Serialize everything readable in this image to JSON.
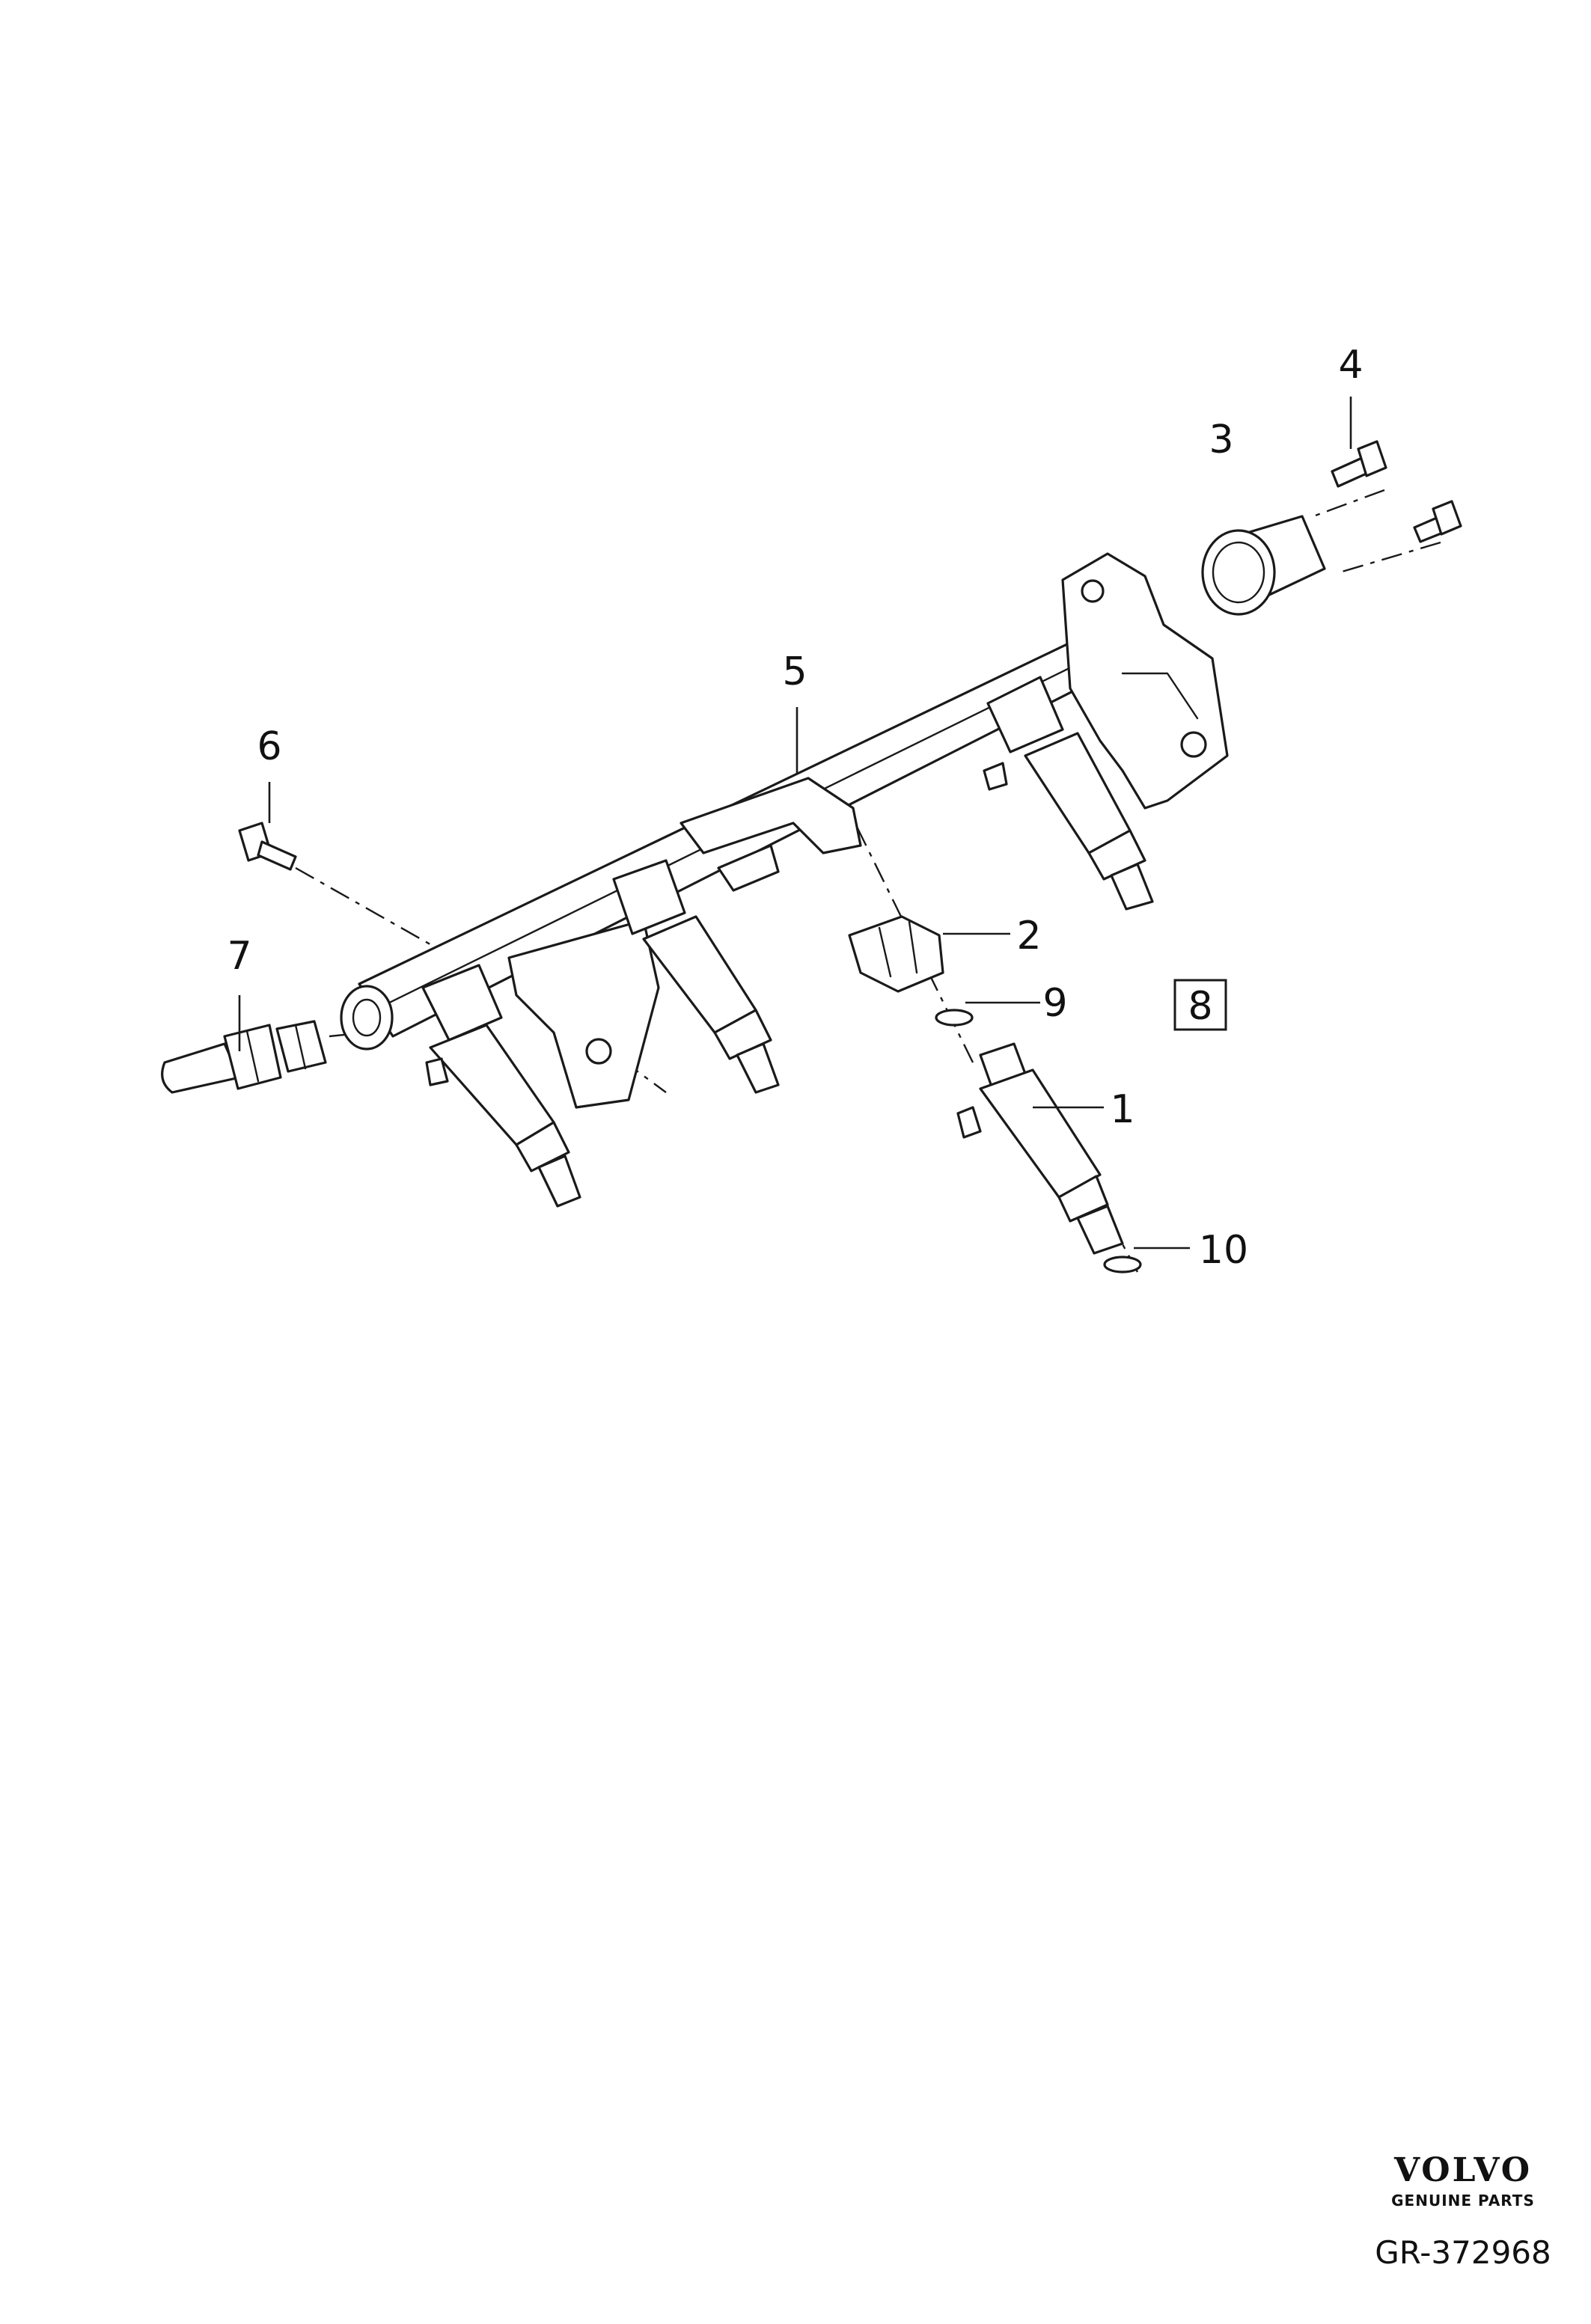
{
  "callouts": {
    "c1": "1",
    "c2": "2",
    "c3": "3",
    "c4": "4",
    "c5": "5",
    "c6": "6",
    "c7": "7",
    "c8": "8",
    "c9": "9",
    "c10": "10"
  },
  "footer": {
    "brand": "VOLVO",
    "brand_sub": "GENUINE PARTS",
    "reference": "GR-372968"
  }
}
